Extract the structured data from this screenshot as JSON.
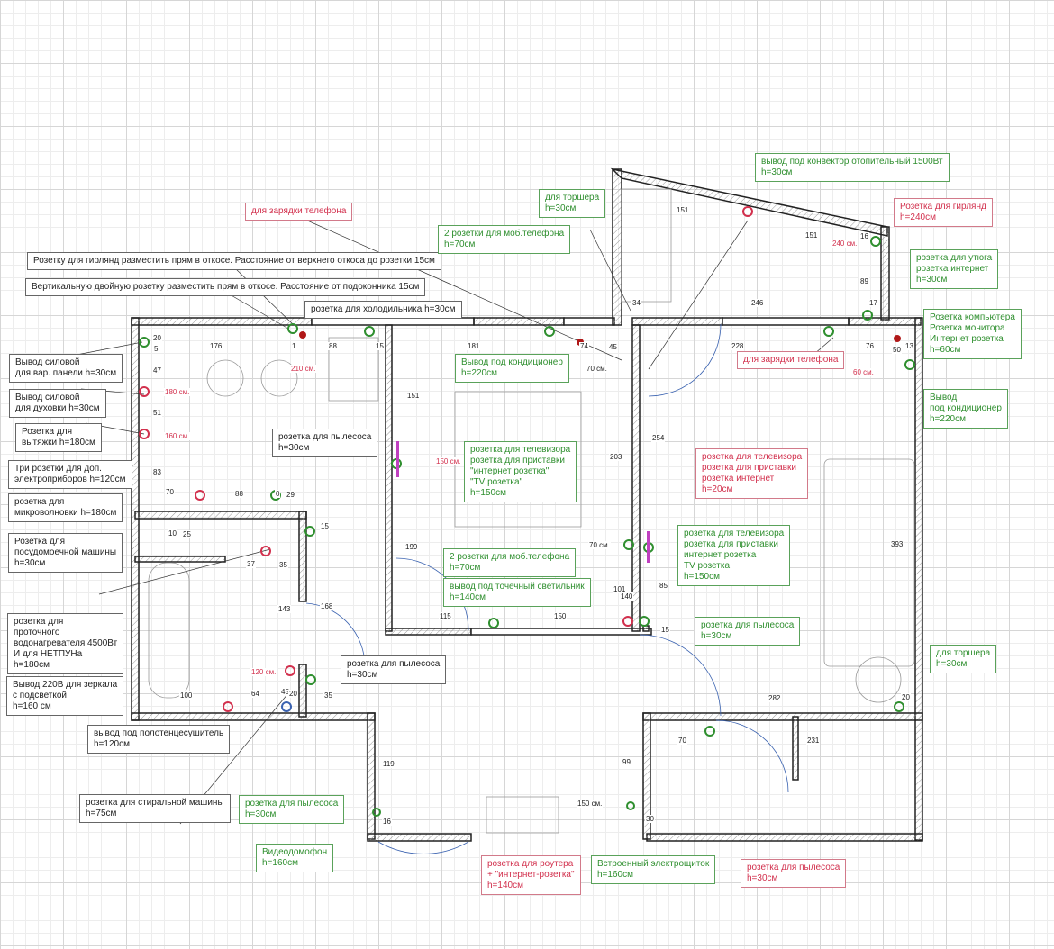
{
  "colors": {
    "green": "#2f8f2f",
    "red": "#d2304d",
    "wall": "#222222"
  },
  "labels": {
    "phone_charge_top": "для зарядки телефона",
    "garland_slope": "Розетку для гирлянд разместить прям в откосе. Расстояние от верхнего откоса до розетки 15см",
    "vertical_double": "Вертикальную двойную розетку разместить прям в откосе. Расстояние от подоконника 15см",
    "fridge": "розетка для холодильника h=30см",
    "phones_bedroom_top": "2 розетки для моб.телефона\nh=70см",
    "torch_balcony": "для торшера\nh=30см",
    "convector": "вывод под конвектор отопительный 1500Вт\nh=30см",
    "garland_right": "Розетка для гирлянд\nh=240см",
    "iron": "розетка для утюга\nрозетка интернет\nh=30см",
    "computer": "Розетка компьютера\nРозетка монитора\nИнтернет розетка\nh=60см",
    "ac_right": "Вывод\nпод кондиционер\nh=220см",
    "phone_charge_right": "для зарядки телефона",
    "ac_bedroom": "Вывод под кондиционер\nh=220см",
    "hob": "Вывод силовой\nдля вар. панели h=30см",
    "oven": "Вывод силовой\nдля духовки h=30см",
    "hood": "Розетка для\nвытяжки h=180см",
    "three_sockets": "Три розетки для доп.\nэлектроприборов h=120см",
    "microwave": "розетка для\nмикроволновки h=180см",
    "dishwasher": "Розетка для\nпосудомоечной машины\nh=30см",
    "vacuum_kitchen": "розетка для пылесоса\nh=30см",
    "tv_bedroom": "розетка для телевизора\nрозетка для приставки\n\"интернет розетка\"\n\"TV розетка\"\nh=150см",
    "tv_living_red": "розетка для телевизора\nрозетка для приставки\nрозетка интернет\nh=20см",
    "tv_living_green": "розетка для телевизора\nрозетка для приставки\nинтернет розетка\nTV розетка\nh=150см",
    "phones_bedroom_bottom": "2 розетки для моб.телефона\nh=70см",
    "spotlight": "вывод под точечный светильник\nh=140см",
    "vacuum_living": "розетка для пылесоса\nh=30см",
    "torch_living": "для торшера\nh=30см",
    "water_heater": "розетка для\nпроточного\nводонагревателя 4500Вт\nИ для НЕТПУНа\nh=180см",
    "mirror": "Вывод 220В для зеркала\nс подсветкой\nh=160 см",
    "vacuum_hall": "розетка для пылесоса\nh=30см",
    "towel_dryer": "вывод под полотенцесушитель\nh=120см",
    "washing_machine": "розетка для стиральной машины\nh=75см",
    "vacuum_entry": "розетка для пылесоса\nh=30см",
    "intercom": "Видеодомофон\nh=160см",
    "router": "розетка для роутера\n+ \"интернет-розетка\"\nh=140см",
    "panel": "Встроенный электрощиток\nh=160см",
    "vacuum_bottom": "розетка для пылесоса\nh=30см"
  },
  "dims": [
    "176",
    "1",
    "88",
    "15",
    "181",
    "74",
    "45",
    "228",
    "76",
    "50",
    "13",
    "151",
    "151",
    "246",
    "16",
    "89",
    "17",
    "34",
    "20",
    "5",
    "47",
    "51",
    "83",
    "70",
    "88",
    "0",
    "29",
    "10",
    "25",
    "37",
    "35",
    "143",
    "168",
    "100",
    "64",
    "45",
    "20",
    "35",
    "119",
    "16",
    "199",
    "115",
    "150",
    "101",
    "140",
    "203",
    "254",
    "85",
    "393",
    "282",
    "70",
    "231",
    "99",
    "30",
    "150 см.",
    "20",
    "15",
    "15",
    "180 см.",
    "160 см.",
    "210 см.",
    "240 см.",
    "60 см.",
    "70 см.",
    "70 см.",
    "150 см.",
    "120 см.",
    "151"
  ]
}
